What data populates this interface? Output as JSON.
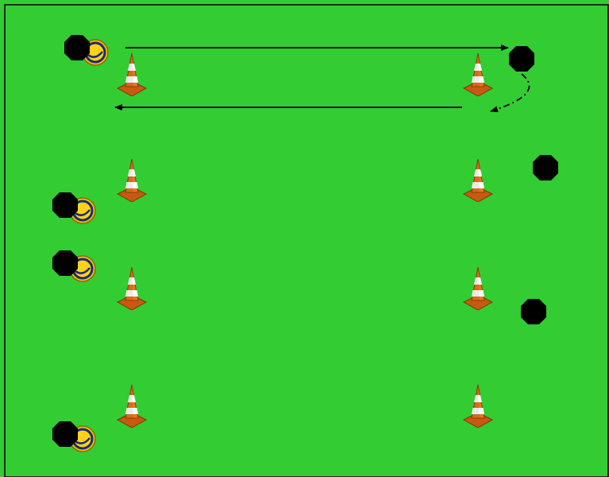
{
  "diagram": {
    "field_color": "#33cc33",
    "border_color": "#000000",
    "cone": {
      "icon": "traffic-cone-icon",
      "body_color": "#e8761e",
      "stripe_color": "#ffffff",
      "base_color": "#c85a10"
    },
    "ball": {
      "icon": "soccer-ball-icon",
      "fill_color": "#f2c200",
      "ring_color": "#1a2a7a"
    },
    "player": {
      "icon": "player-marker-icon",
      "color": "#000000"
    },
    "arrows": {
      "color": "#000000",
      "run": "solid-arrow",
      "return": "solid-arrow",
      "turn": "dash-dot-curved-arrow"
    },
    "lanes": [
      {
        "name": "lane-1",
        "has_drill_arrows": true
      },
      {
        "name": "lane-2",
        "has_drill_arrows": false
      },
      {
        "name": "lane-3",
        "has_drill_arrows": false
      },
      {
        "name": "lane-4",
        "has_drill_arrows": false
      }
    ]
  }
}
